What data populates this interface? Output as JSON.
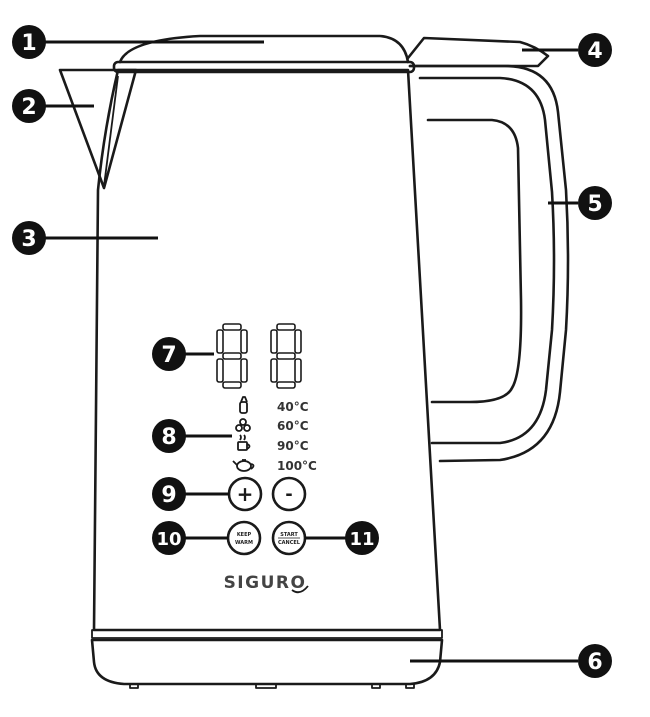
{
  "callouts": [
    {
      "number": "1",
      "name": "lid"
    },
    {
      "number": "2",
      "name": "spout"
    },
    {
      "number": "3",
      "name": "body"
    },
    {
      "number": "4",
      "name": "lid-release"
    },
    {
      "number": "5",
      "name": "handle"
    },
    {
      "number": "6",
      "name": "base"
    },
    {
      "number": "7",
      "name": "display"
    },
    {
      "number": "8",
      "name": "temperature-indicators"
    },
    {
      "number": "9",
      "name": "plus-minus-buttons"
    },
    {
      "number": "10",
      "name": "keep-warm-button"
    },
    {
      "number": "11",
      "name": "start-cancel-button"
    }
  ],
  "temperatures": [
    "40°C",
    "60°C",
    "90°C",
    "100°C"
  ],
  "temperature_icons": [
    "baby-bottle-icon",
    "flower-tea-icon",
    "coffee-cup-icon",
    "teapot-icon"
  ],
  "buttons": {
    "plus": "+",
    "minus": "-",
    "keep_warm_line1": "KEEP",
    "keep_warm_line2": "WARM",
    "start_line1": "START",
    "start_line2": "CANCEL"
  },
  "brand": "SIGURO"
}
